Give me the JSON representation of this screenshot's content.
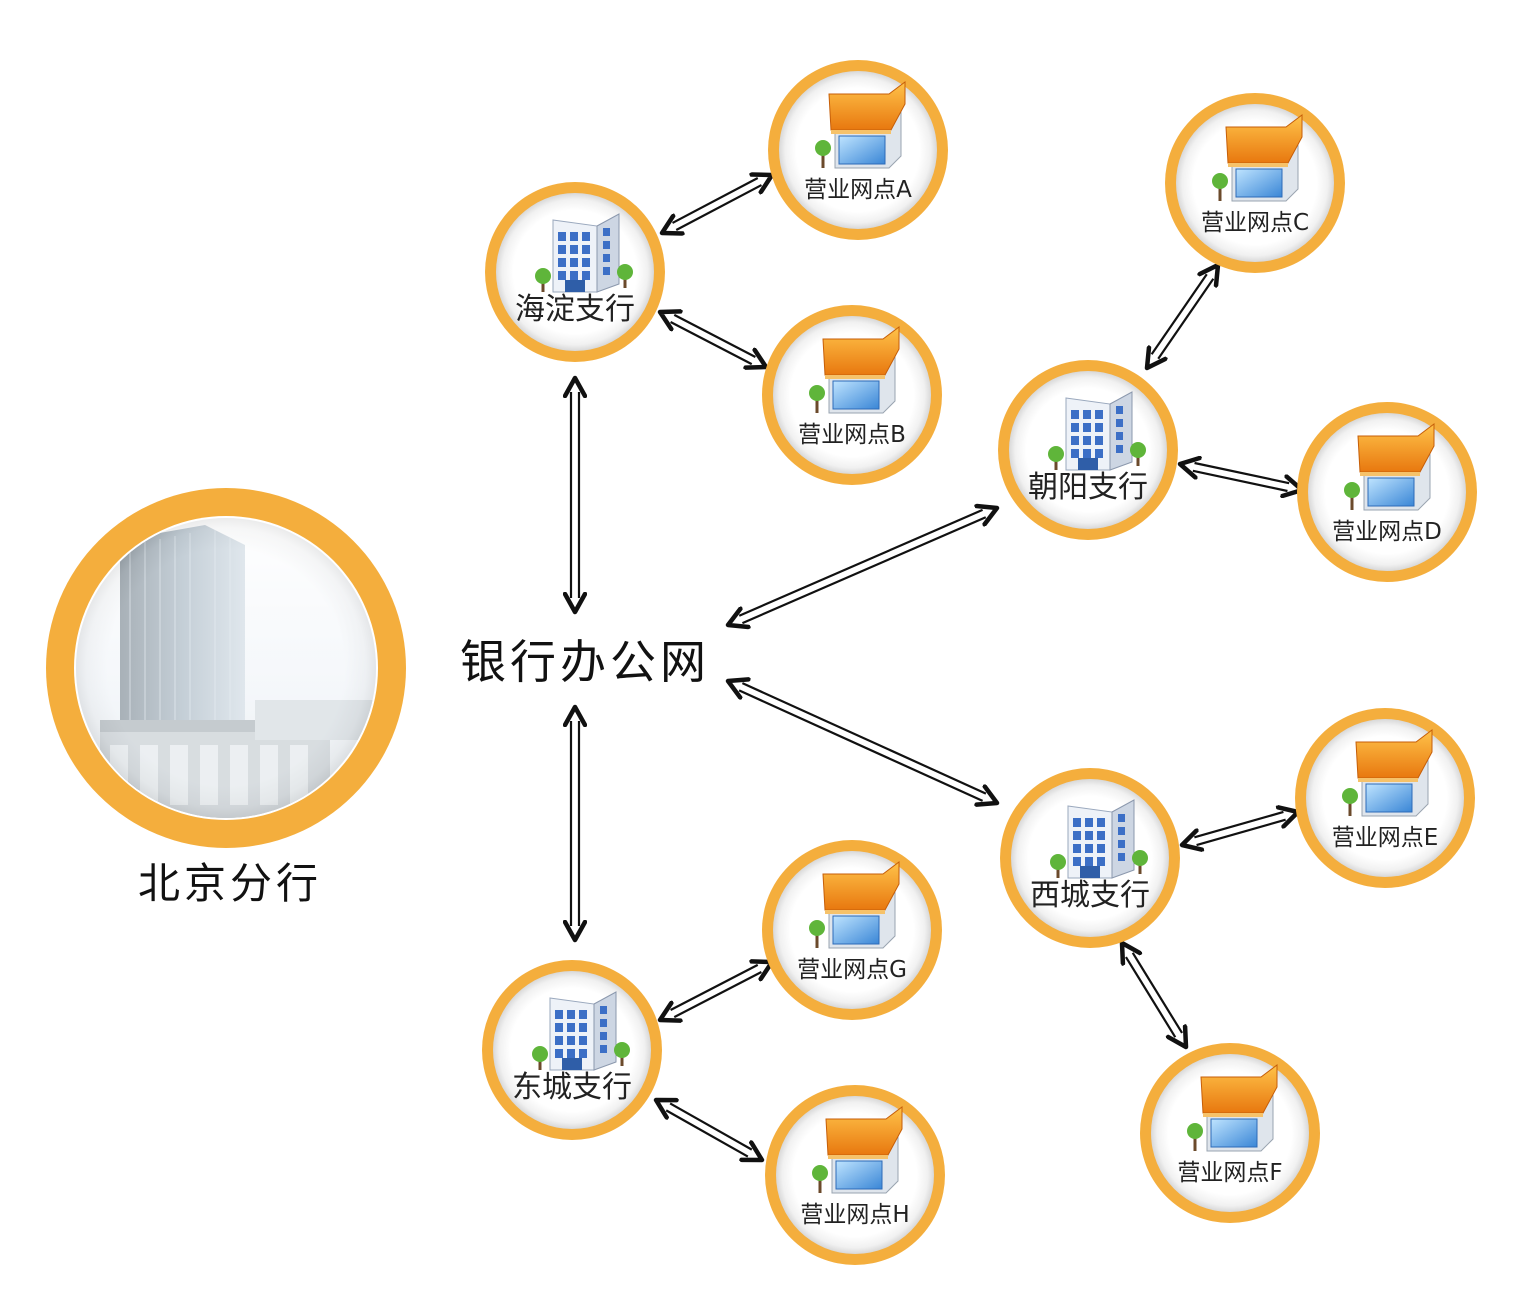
{
  "hq": {
    "label": "北京分行"
  },
  "hub": {
    "label": "银行办公网"
  },
  "branches": [
    {
      "id": "haidian",
      "label": "海淀支行",
      "outlets": [
        "营业网点A",
        "营业网点B"
      ]
    },
    {
      "id": "chaoyang",
      "label": "朝阳支行",
      "outlets": [
        "营业网点C",
        "营业网点D"
      ]
    },
    {
      "id": "xicheng",
      "label": "西城支行",
      "outlets": [
        "营业网点E",
        "营业网点F"
      ]
    },
    {
      "id": "dongcheng",
      "label": "东城支行",
      "outlets": [
        "营业网点G",
        "营业网点H"
      ]
    }
  ],
  "colors": {
    "ring": "#F4AE3D",
    "arrow": "#111111",
    "building_blue": "#3C6FC6",
    "awning": "#F0961E"
  },
  "icons": {
    "hq": "office-tower-photo",
    "branch": "office-building-icon",
    "outlet": "storefront-icon"
  }
}
